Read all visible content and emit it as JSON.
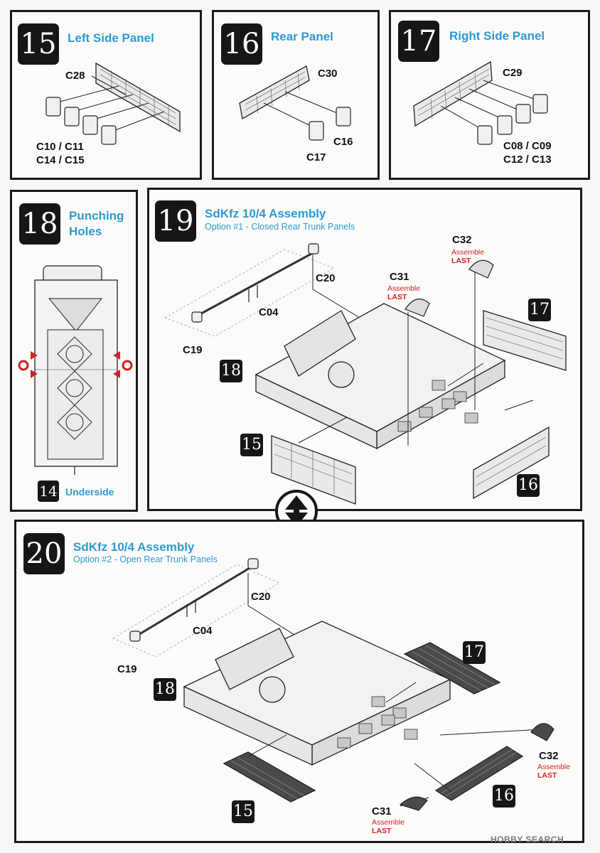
{
  "step15": {
    "num": "15",
    "title": "Left Side Panel",
    "part_main": "C28",
    "parts_a": "C10 / C11",
    "parts_b": "C14 / C15"
  },
  "step16": {
    "num": "16",
    "title": "Rear Panel",
    "part_main": "C30",
    "part_b": "C16",
    "part_c": "C17"
  },
  "step17": {
    "num": "17",
    "title": "Right Side Panel",
    "part_main": "C29",
    "parts_a": "C08 / C09",
    "parts_b": "C12 / C13"
  },
  "step18": {
    "num": "18",
    "title_line1": "Punching",
    "title_line2": "Holes",
    "ref_badge": "14",
    "ref_label": "Underside"
  },
  "step19": {
    "num": "19",
    "title": "SdKfz 10/4 Assembly",
    "subtitle": "Option #1 - Closed Rear Trunk Panels",
    "c20": "C20",
    "c04": "C04",
    "c19": "C19",
    "c31": "C31",
    "c31_note": "Assemble",
    "c31_last": "LAST",
    "c32": "C32",
    "c32_note": "Assemble",
    "c32_last": "LAST",
    "badge_17": "17",
    "badge_18": "18",
    "badge_15": "15",
    "badge_16": "16"
  },
  "step20": {
    "num": "20",
    "title": "SdKfz 10/4 Assembly",
    "subtitle": "Option #2 - Open Rear Trunk Panels",
    "c20": "C20",
    "c04": "C04",
    "c19": "C19",
    "c31": "C31",
    "c31_note": "Assemble",
    "c31_last": "LAST",
    "c32": "C32",
    "c32_note": "Assemble",
    "c32_last": "LAST",
    "badge_17": "17",
    "badge_18": "18",
    "badge_15": "15",
    "badge_16": "16"
  },
  "watermark": "HOBBY SEARCH",
  "colors": {
    "accent": "#2d9ad3",
    "warning": "#d32020",
    "ink": "#161616"
  }
}
